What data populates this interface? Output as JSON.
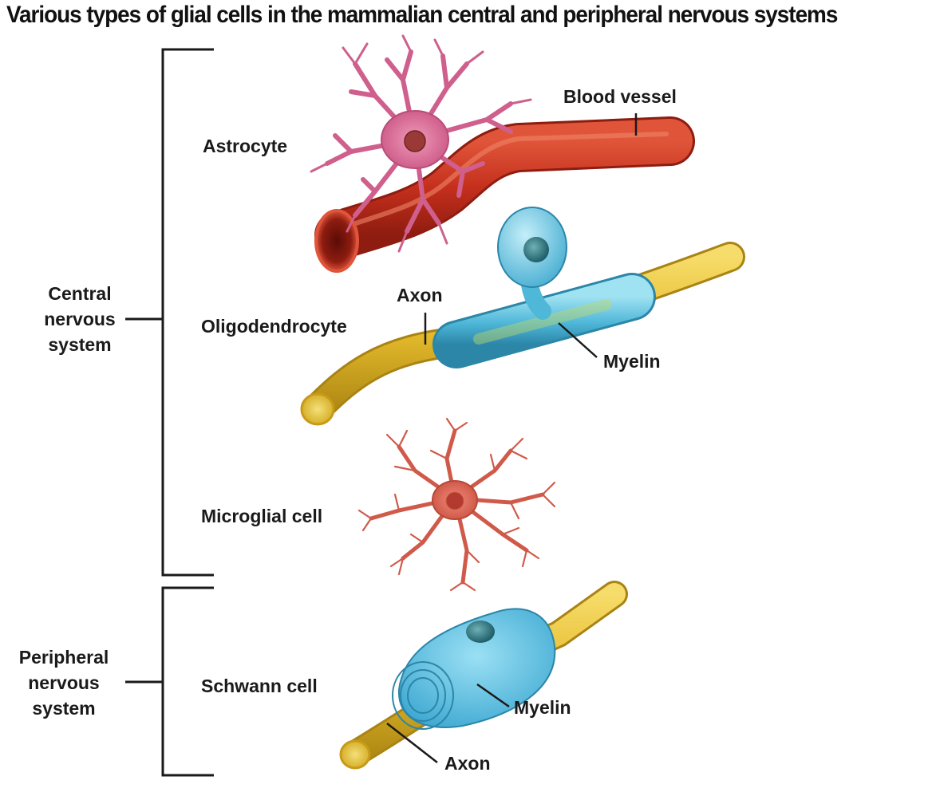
{
  "title": "Various types of glial cells in the mammalian central and peripheral nervous systems",
  "groups": {
    "central": [
      "Central",
      "nervous",
      "system"
    ],
    "peripheral": [
      "Peripheral",
      "nervous",
      "system"
    ]
  },
  "cells": {
    "astrocyte": "Astrocyte",
    "oligodendrocyte": "Oligodendrocyte",
    "microglial": "Microglial cell",
    "schwann": "Schwann cell"
  },
  "parts": {
    "blood_vessel": "Blood vessel",
    "axon_cns": "Axon",
    "myelin_cns": "Myelin",
    "myelin_pns": "Myelin",
    "axon_pns": "Axon"
  },
  "colors": {
    "blood_vessel": "#c8321f",
    "astrocyte": "#d86f97",
    "axon": "#e8c23a",
    "myelin": "#5cc4e0",
    "microglia": "#d9685a",
    "bracket": "#1a1a1a"
  }
}
